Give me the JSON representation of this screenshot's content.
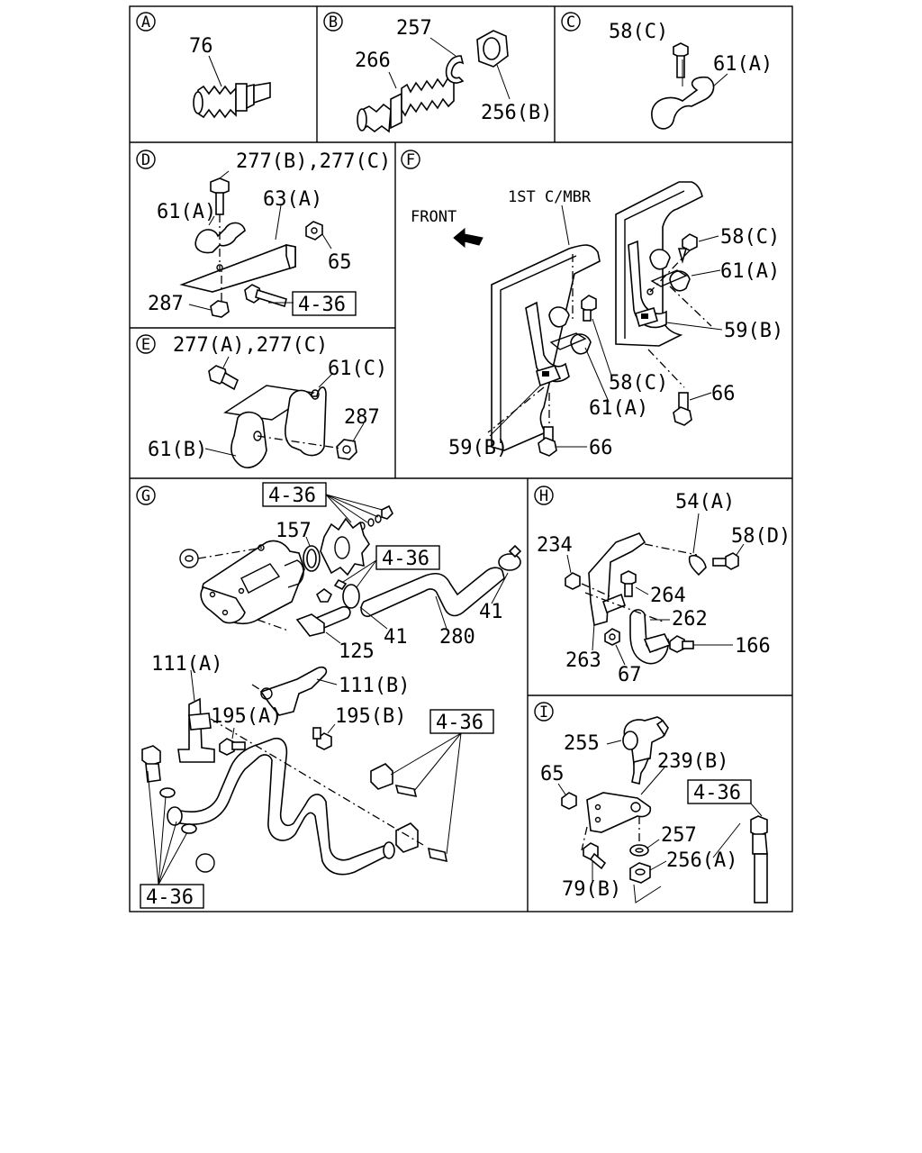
{
  "sections": {
    "A": {
      "letter": "A",
      "labels": [
        "76"
      ]
    },
    "B": {
      "letter": "B",
      "labels": [
        "257",
        "266",
        "256(B)"
      ]
    },
    "C": {
      "letter": "C",
      "labels": [
        "58(C)",
        "61(A)"
      ]
    },
    "D": {
      "letter": "D",
      "labels": [
        "277(B),277(C)",
        "63(A)",
        "61(A)",
        "65",
        "287",
        "4-36"
      ]
    },
    "E": {
      "letter": "E",
      "labels": [
        "277(A),277(C)",
        "61(C)",
        "287",
        "61(B)"
      ]
    },
    "F": {
      "letter": "F",
      "labels": [
        "FRONT",
        "1ST C/MBR",
        "58(C)",
        "61(A)",
        "59(B)",
        "58(C)",
        "61(A)",
        "66",
        "59(B)",
        "66"
      ]
    },
    "G": {
      "letter": "G",
      "labels": [
        "4-36",
        "157",
        "4-36",
        "41",
        "280",
        "125",
        "41",
        "111(A)",
        "111(B)",
        "195(A)",
        "195(B)",
        "4-36",
        "4-36"
      ]
    },
    "H": {
      "letter": "H",
      "labels": [
        "54(A)",
        "234",
        "58(D)",
        "264",
        "262",
        "166",
        "263",
        "67"
      ]
    },
    "I": {
      "letter": "I",
      "labels": [
        "255",
        "239(B)",
        "65",
        "4-36",
        "257",
        "256(A)",
        "79(B)"
      ]
    }
  }
}
